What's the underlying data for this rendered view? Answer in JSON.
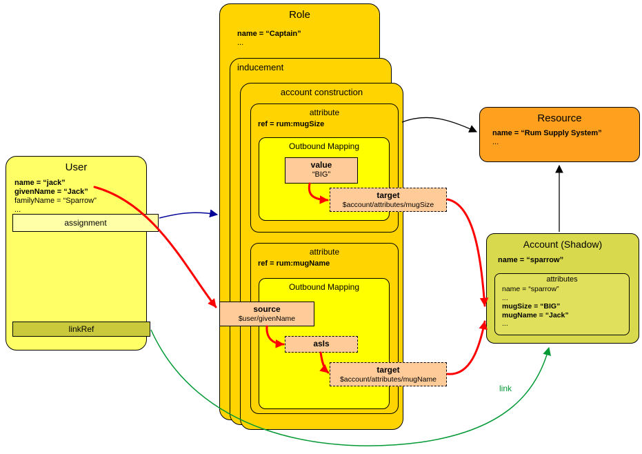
{
  "colors": {
    "gold": "#FFD400",
    "yellow": "#FFFF00",
    "user": "#FFFF66",
    "bar": "#FFFFA8",
    "olive": "#C9C93B",
    "peach": "#FFCC99",
    "orange": "#FFA11F",
    "account": "#D9D94D",
    "attrs": "#E0E05C",
    "red": "#FF0000",
    "blue": "#000099",
    "green": "#009933",
    "black": "#000000"
  },
  "user": {
    "title": "User",
    "line_name": "name = “jack”",
    "line_givenname": "givenName = “Jack”",
    "line_familyname": "familyName = “Sparrow”",
    "ellipsis": "...",
    "assignment_label": "assignment",
    "linkref_label": "linkRef"
  },
  "role": {
    "title": "Role",
    "line_name": "name = “Captain”",
    "ellipsis": "...",
    "inducement_label": "inducement",
    "account_construction_label": "account construction"
  },
  "attribute_mugsize": {
    "title": "attribute",
    "ref_line": "ref = rum:mugSize",
    "mapping_title": "Outbound Mapping",
    "value_label": "value",
    "value_text": "“BIG”",
    "target_label": "target",
    "target_path": "$account/attributes/mugSize"
  },
  "attribute_mugname": {
    "title": "attribute",
    "ref_line": "ref = rum:mugName",
    "mapping_title": "Outbound Mapping",
    "source_label": "source",
    "source_path": "$user/givenName",
    "asis_label": "asIs",
    "target_label": "target",
    "target_path": "$account/attributes/mugName"
  },
  "resource": {
    "title": "Resource",
    "line_name": "name = “Rum Supply System”",
    "ellipsis": "..."
  },
  "account": {
    "title": "Account (Shadow)",
    "line_name": "name = “sparrow”",
    "attributes_title": "attributes",
    "attr_name": "name = “sparrow”",
    "ellipsis1": "...",
    "attr_mugsize": "mugSize = “BIG”",
    "attr_mugname": "mugName = “Jack”",
    "ellipsis2": "..."
  },
  "labels": {
    "link": "link"
  }
}
